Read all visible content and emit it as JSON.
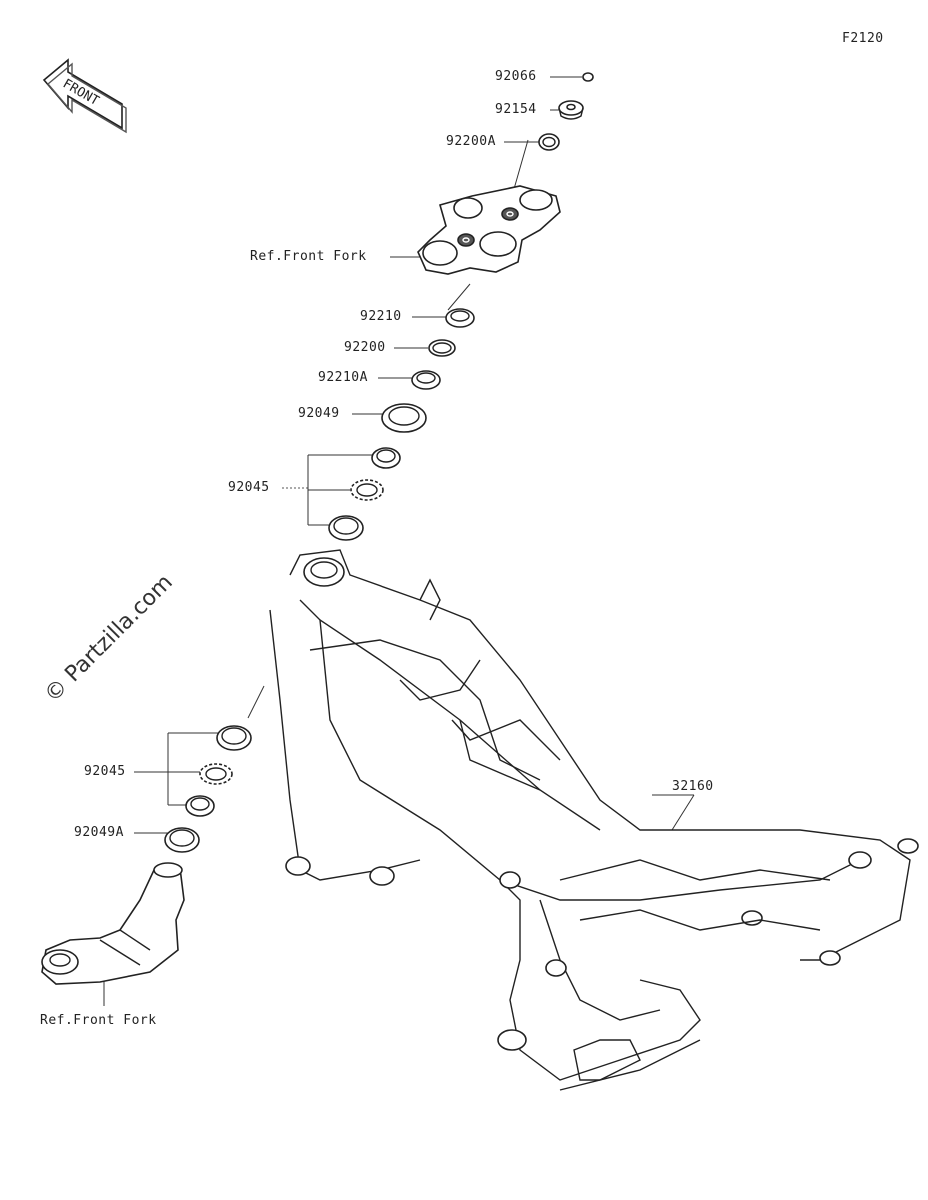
{
  "figure_code": "F2120",
  "front_arrow_text": "FRONT",
  "watermark": "© Partzilla.com",
  "labels": {
    "p92066": "92066",
    "p92154": "92154",
    "p92200A": "92200A",
    "ref_front_fork_top": "Ref.Front Fork",
    "p92210": "92210",
    "p92200": "92200",
    "p92210A": "92210A",
    "p92049": "92049",
    "p92045_top": "92045",
    "p92045_bottom": "92045",
    "p92049A": "92049A",
    "p32160": "32160",
    "ref_front_fork_bottom": "Ref.Front Fork"
  }
}
